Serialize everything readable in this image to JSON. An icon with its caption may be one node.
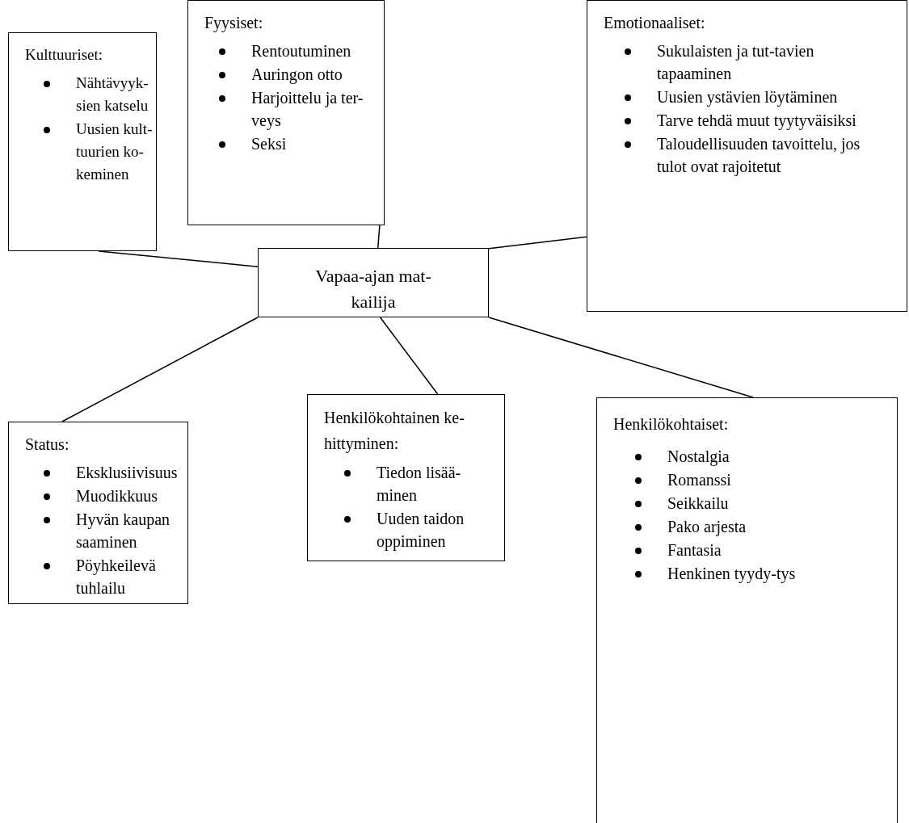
{
  "diagram": {
    "nodes": [
      {
        "text": [
          "Kulttuuriset:",
          "Nähtävyyk-sien katselu",
          "Uusien kult-tuurien ko-keminen"
        ]
      },
      {
        "text": [
          "Fyysiset:",
          "Rentoutuminen",
          "Auringon otto",
          "Harjoittelu ja ter-veys",
          "Seksi"
        ]
      },
      {
        "text": [
          "Emotionaaliset:",
          "Sukulaisten ja tut-tavien tapaaminen",
          "Uusien ystävien löytäminen",
          "Tarve tehdä muut tyytyväisiksi",
          "Taloudellisuuden tavoittelu, jos tulot ovat rajoitetut"
        ]
      },
      {
        "text": [
          "Vapaa-ajan mat-kailija"
        ]
      },
      {
        "text": [
          "Status:",
          "Eksklusiivisuus",
          "Muodikkuus",
          "Hyvän kaupan saaminen",
          "Pöyhkeilevä tuhlailu"
        ]
      },
      {
        "text": [
          "Henkilökohtainen ke-hittyminen:",
          "Tiedon lisää-minen",
          "Uuden taidon oppiminen"
        ]
      },
      {
        "text": [
          "Henkilökohtaiset:",
          "Nostalgia",
          "Romanssi",
          "Seikkailu",
          "Pako arjesta",
          "Fantasia",
          "Henkinen tyydy-tys"
        ]
      }
    ],
    "edges": [
      {
        "from": 3,
        "to": 0,
        "arrow": "none"
      },
      {
        "from": 3,
        "to": 1,
        "arrow": "none"
      },
      {
        "from": 3,
        "to": 2,
        "arrow": "none"
      },
      {
        "from": 3,
        "to": 4,
        "arrow": "none"
      },
      {
        "from": 3,
        "to": 5,
        "arrow": "none"
      },
      {
        "from": 3,
        "to": 6,
        "arrow": "none"
      }
    ]
  }
}
